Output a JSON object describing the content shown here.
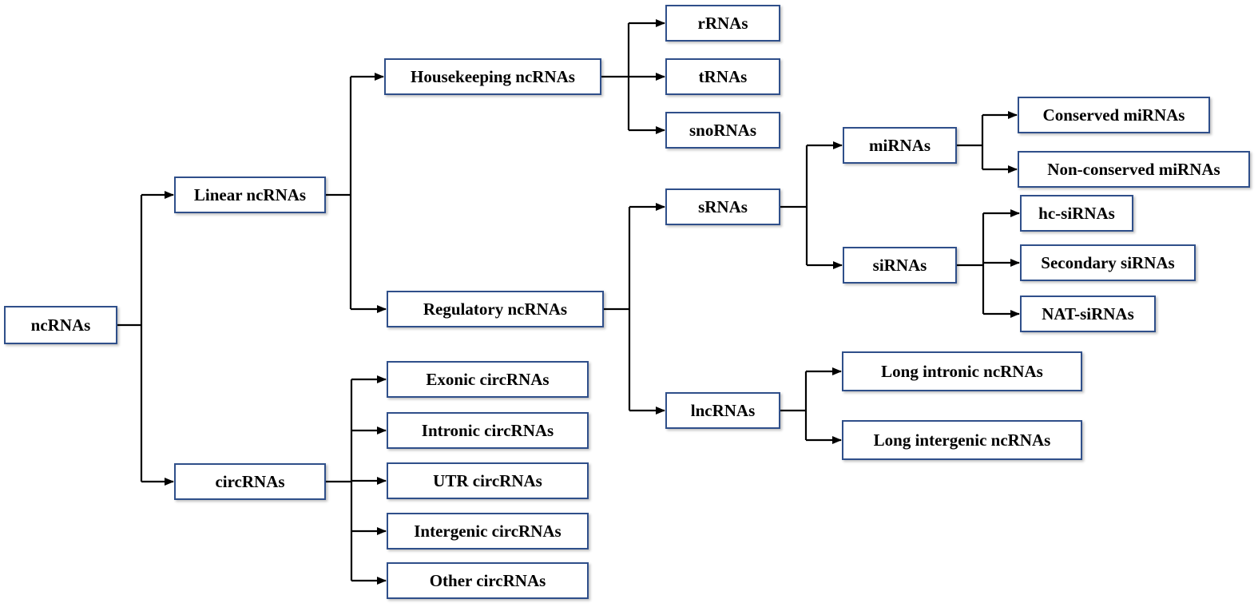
{
  "nodes": {
    "ncrnas": "ncRNAs",
    "linear": "Linear ncRNAs",
    "circ": "circRNAs",
    "housekeeping": "Housekeeping ncRNAs",
    "regulatory": "Regulatory ncRNAs",
    "exonic": "Exonic circRNAs",
    "intronic": "Intronic circRNAs",
    "utr": "UTR circRNAs",
    "intergenic": "Intergenic circRNAs",
    "other": "Other circRNAs",
    "rrnas": "rRNAs",
    "trnas": "tRNAs",
    "snornas": "snoRNAs",
    "srnas": "sRNAs",
    "lncrnas": "lncRNAs",
    "mirnas": "miRNAs",
    "sirnas": "siRNAs",
    "conserved": "Conserved miRNAs",
    "nonconserved": "Non-conserved miRNAs",
    "hcsirnas": "hc-siRNAs",
    "secondary": "Secondary siRNAs",
    "natsirnas": "NAT-siRNAs",
    "longintronic": "Long intronic ncRNAs",
    "longintergenic": "Long intergenic ncRNAs"
  },
  "edges": [
    [
      "ncrnas",
      "linear"
    ],
    [
      "ncrnas",
      "circ"
    ],
    [
      "linear",
      "housekeeping"
    ],
    [
      "linear",
      "regulatory"
    ],
    [
      "circ",
      "exonic"
    ],
    [
      "circ",
      "intronic"
    ],
    [
      "circ",
      "utr"
    ],
    [
      "circ",
      "intergenic"
    ],
    [
      "circ",
      "other"
    ],
    [
      "housekeeping",
      "rrnas"
    ],
    [
      "housekeeping",
      "trnas"
    ],
    [
      "housekeeping",
      "snornas"
    ],
    [
      "regulatory",
      "srnas"
    ],
    [
      "regulatory",
      "lncrnas"
    ],
    [
      "srnas",
      "mirnas"
    ],
    [
      "srnas",
      "sirnas"
    ],
    [
      "mirnas",
      "conserved"
    ],
    [
      "mirnas",
      "nonconserved"
    ],
    [
      "sirnas",
      "hcsirnas"
    ],
    [
      "sirnas",
      "secondary"
    ],
    [
      "sirnas",
      "natsirnas"
    ],
    [
      "lncrnas",
      "longintronic"
    ],
    [
      "lncrnas",
      "longintergenic"
    ]
  ]
}
